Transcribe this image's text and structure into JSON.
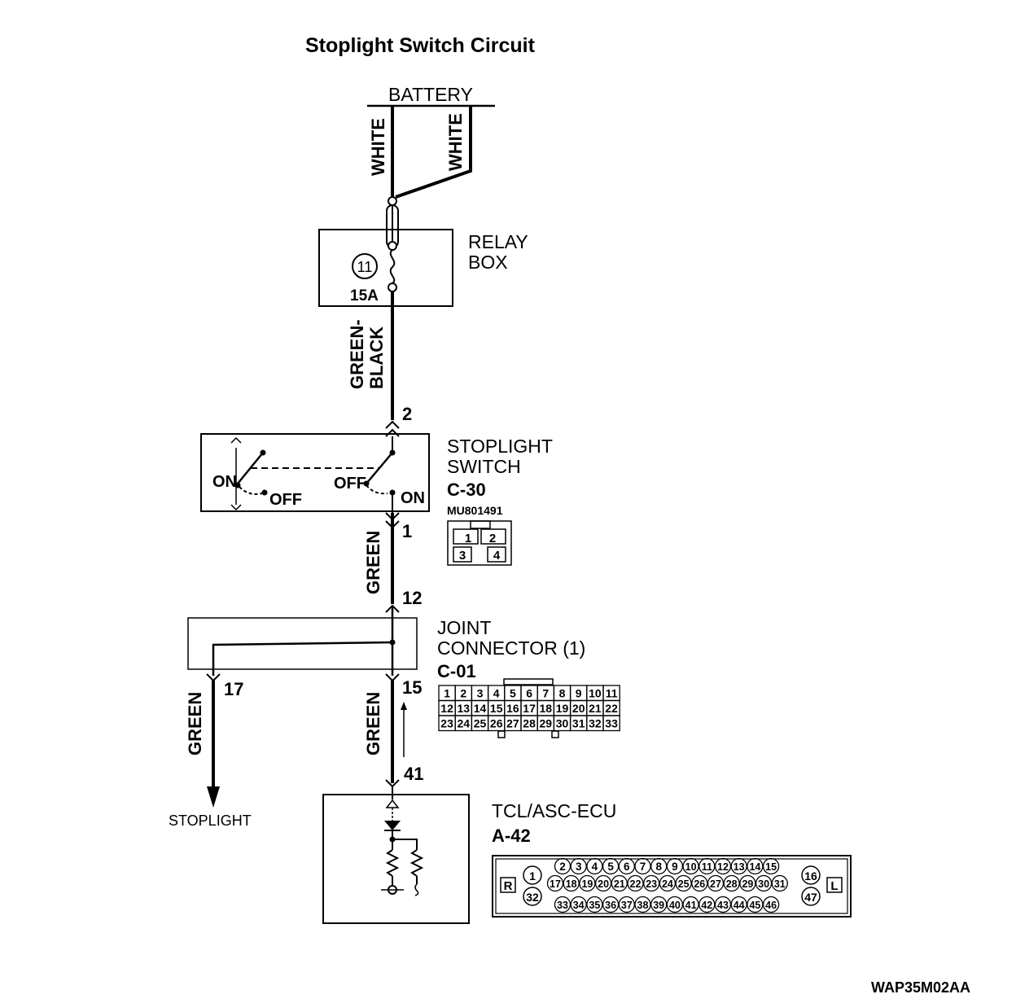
{
  "title": "Stoplight Switch Circuit",
  "battery": {
    "label": "BATTERY"
  },
  "wires": {
    "white_left": "WHITE",
    "white_right": "WHITE",
    "green_black_line1": "GREEN-",
    "green_black_line2": "BLACK",
    "green_1": "GREEN",
    "green_2": "GREEN",
    "green_3": "GREEN"
  },
  "relay_box": {
    "label_line1": "RELAY",
    "label_line2": "BOX",
    "fuse_number": "11",
    "fuse_rating": "15A"
  },
  "stoplight_switch": {
    "label_line1": "STOPLIGHT",
    "label_line2": "SWITCH",
    "connector": "C-30",
    "part_number": "MU801491",
    "pin_top": "2",
    "pin_bottom": "1",
    "on_left": "ON",
    "off_left": "OFF",
    "off_right": "OFF",
    "on_right": "ON",
    "connector_pins": [
      "1",
      "2",
      "3",
      "4"
    ]
  },
  "joint_connector": {
    "label_line1": "JOINT",
    "label_line2": "CONNECTOR (1)",
    "connector": "C-01",
    "pin_top": "12",
    "pin_left": "17",
    "pin_right": "15",
    "pin_rows": [
      [
        "1",
        "2",
        "3",
        "4",
        "5",
        "6",
        "7",
        "8",
        "9",
        "10",
        "11"
      ],
      [
        "12",
        "13",
        "14",
        "15",
        "16",
        "17",
        "18",
        "19",
        "20",
        "21",
        "22"
      ],
      [
        "23",
        "24",
        "25",
        "26",
        "27",
        "28",
        "29",
        "30",
        "31",
        "32",
        "33"
      ]
    ]
  },
  "stoplight_output": {
    "label": "STOPLIGHT"
  },
  "ecu": {
    "label": "TCL/ASC-ECU",
    "connector": "A-42",
    "pin_top": "41",
    "side_left": "R",
    "side_right": "L",
    "pin_rows": [
      [
        "2",
        "3",
        "4",
        "5",
        "6",
        "7",
        "8",
        "9",
        "10",
        "11",
        "12",
        "13",
        "14",
        "15"
      ],
      [
        "17",
        "18",
        "19",
        "20",
        "21",
        "22",
        "23",
        "24",
        "25",
        "26",
        "27",
        "28",
        "29",
        "30",
        "31"
      ],
      [
        "33",
        "34",
        "35",
        "36",
        "37",
        "38",
        "39",
        "40",
        "41",
        "42",
        "43",
        "44",
        "45",
        "46"
      ]
    ],
    "left_pins": [
      "1",
      "32"
    ],
    "right_pins": [
      "16",
      "47"
    ]
  },
  "figure_code": "WAP35M02AA"
}
